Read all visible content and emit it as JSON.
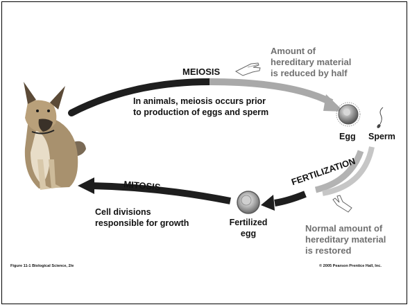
{
  "labels": {
    "meiosis": "MEIOSIS",
    "mitosis": "MITOSIS",
    "fertilization": "FERTILIZATION",
    "meiosis_note": "In animals, meiosis occurs prior\nto production of eggs and sperm",
    "amount_reduced": "Amount of\nhereditary material\nis reduced by half",
    "egg": "Egg",
    "sperm": "Sperm",
    "fertilized_egg": "Fertilized\negg",
    "cell_divisions": "Cell divisions\nresponsible for growth",
    "amount_restored": "Normal amount of\nhereditary material\nis restored"
  },
  "footer": {
    "figure": "Figure 11-1  Biological Science, 2/e",
    "copyright": "© 2005 Pearson Prentice Hall, Inc."
  }
}
